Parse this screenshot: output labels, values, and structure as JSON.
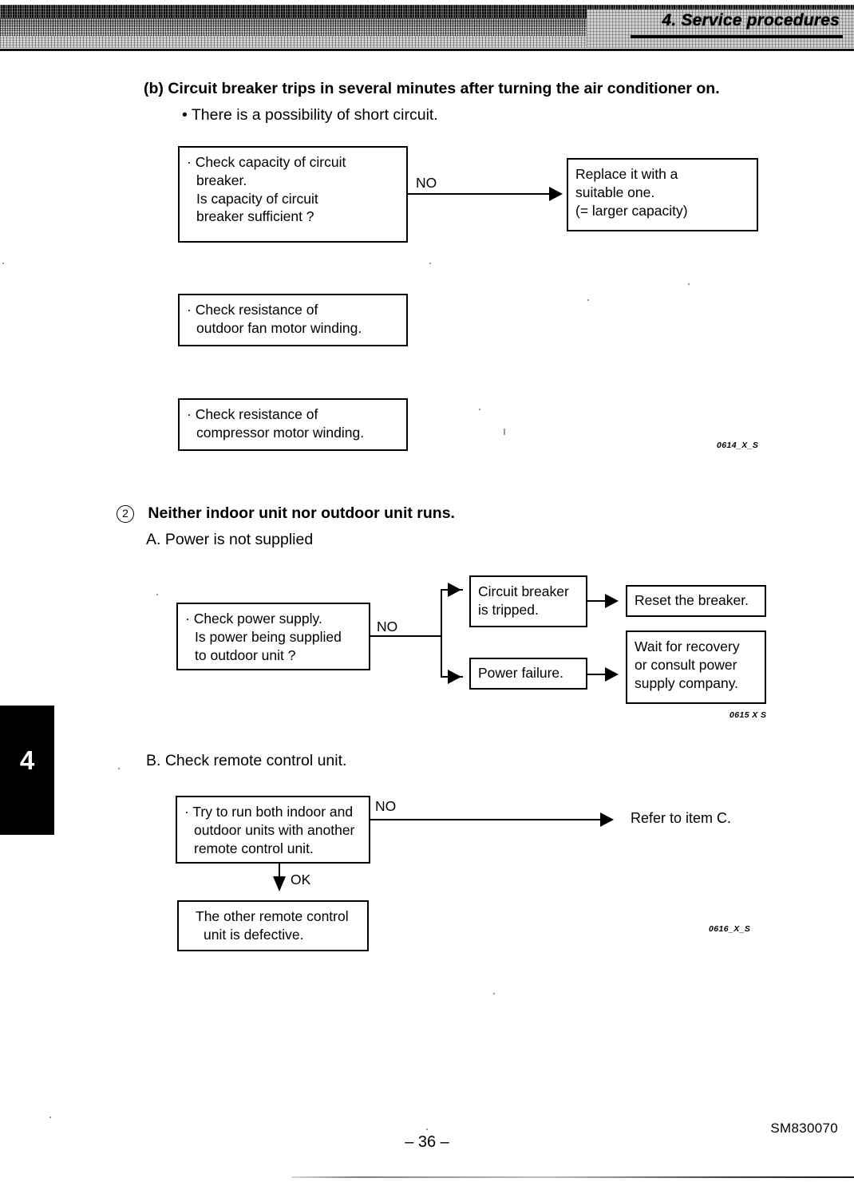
{
  "header": {
    "chapter_title": "4. Service procedures",
    "chapter_tab_number": "4"
  },
  "sections": {
    "b_heading": "(b)  Circuit breaker trips in several minutes after turning the air conditioner on.",
    "b_bullet": "• There is a possibility of short circuit.",
    "item2_number": "2",
    "item2_heading": "Neither indoor unit nor outdoor unit runs.",
    "item2_a": "A.   Power is not supplied",
    "item2_b": "B.   Check remote control unit."
  },
  "flow1": {
    "box1": {
      "line1": "· Check capacity of circuit",
      "line2": "breaker.",
      "line3": "Is capacity of circuit",
      "line4": "breaker sufficient ?"
    },
    "edge_label": "NO",
    "box2": {
      "line1": "Replace it with a",
      "line2": "suitable one.",
      "line3": "(= larger capacity)"
    },
    "box3": {
      "line1": "· Check resistance of",
      "line2": "outdoor fan motor winding."
    },
    "box4": {
      "line1": "· Check resistance of",
      "line2": "compressor motor winding."
    },
    "fig_code": "0614_X_S"
  },
  "flow2": {
    "box1": {
      "line1": "· Check power supply.",
      "line2": "Is power being supplied",
      "line3": "to outdoor unit ?"
    },
    "edge_label": "NO",
    "box_top": {
      "line1": "Circuit breaker",
      "line2": "is tripped."
    },
    "box_top_result": {
      "line1": "Reset the breaker."
    },
    "box_bottom": {
      "line1": "Power failure."
    },
    "box_bottom_result": {
      "line1": "Wait for recovery",
      "line2": "or consult power",
      "line3": "supply company."
    },
    "fig_code": "0615 X S"
  },
  "flow3": {
    "box1": {
      "line1": "· Try to run both indoor and",
      "line2": "outdoor units with another",
      "line3": "remote control unit."
    },
    "edge_label_no": "NO",
    "edge_label_ok": "OK",
    "refer_text": "Refer to item C.",
    "box2": {
      "line1": "The other remote control",
      "line2": "unit is defective."
    },
    "fig_code": "0616_X_S"
  },
  "footer": {
    "page_number": "– 36 –",
    "document_code": "SM830070"
  }
}
